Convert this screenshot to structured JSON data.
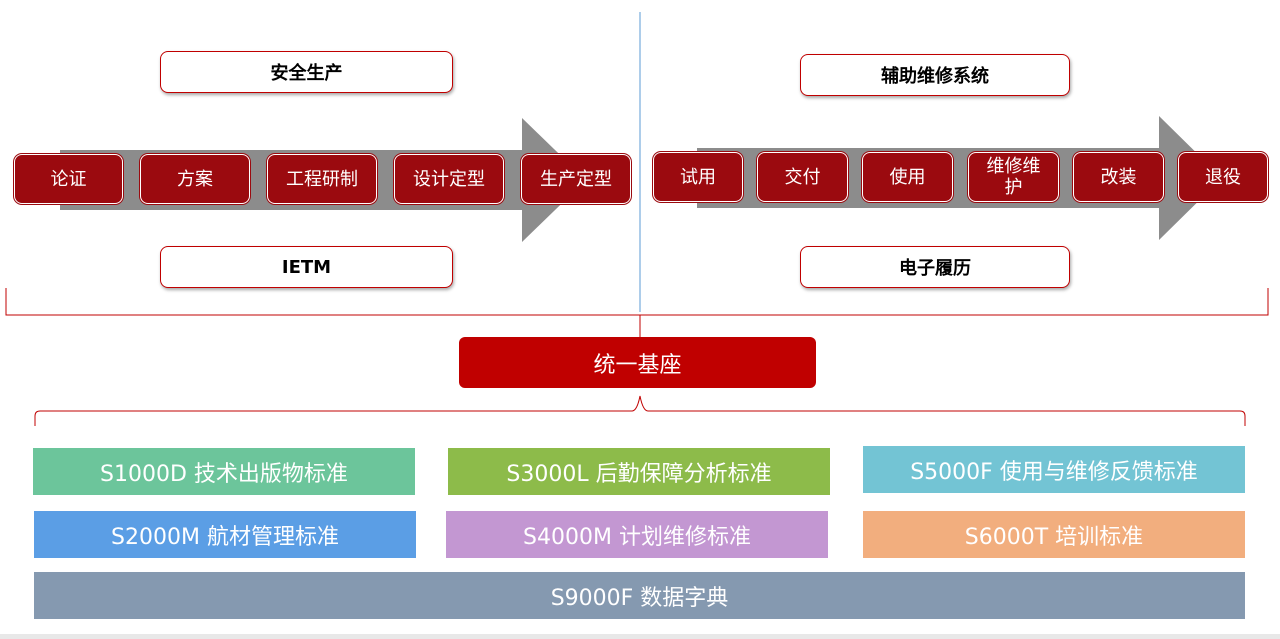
{
  "colors": {
    "stage_red": "#9b0a0f",
    "accent_red": "#c00000",
    "arrow_gray": "#8c8c8c",
    "divider_blue": "#5b9bd5"
  },
  "left_flow": {
    "top_label": "安全生产",
    "bottom_label": "IETM",
    "stages": [
      "论证",
      "方案",
      "工程研制",
      "设计定型",
      "生产定型"
    ]
  },
  "right_flow": {
    "top_label": "辅助维修系统",
    "bottom_label": "电子履历",
    "stages": [
      "试用",
      "交付",
      "使用",
      "维修维\n护",
      "改装",
      "退役"
    ]
  },
  "base": {
    "label": "统一基座"
  },
  "standards": [
    {
      "id": "s1000d",
      "label": "S1000D 技术出版物标准",
      "color": "#6cc59b"
    },
    {
      "id": "s3000l",
      "label": "S3000L 后勤保障分析标准",
      "color": "#8dbb4a"
    },
    {
      "id": "s5000f",
      "label": "S5000F 使用与维修反馈标准",
      "color": "#73c4d4"
    },
    {
      "id": "s2000m",
      "label": "S2000M 航材管理标准",
      "color": "#5b9ee5"
    },
    {
      "id": "s4000m",
      "label": "S4000M 计划维修标准",
      "color": "#c397d2"
    },
    {
      "id": "s6000t",
      "label": "S6000T 培训标准",
      "color": "#f2ae7e"
    },
    {
      "id": "s9000f",
      "label": "S9000F 数据字典",
      "color": "#8599b0"
    }
  ]
}
